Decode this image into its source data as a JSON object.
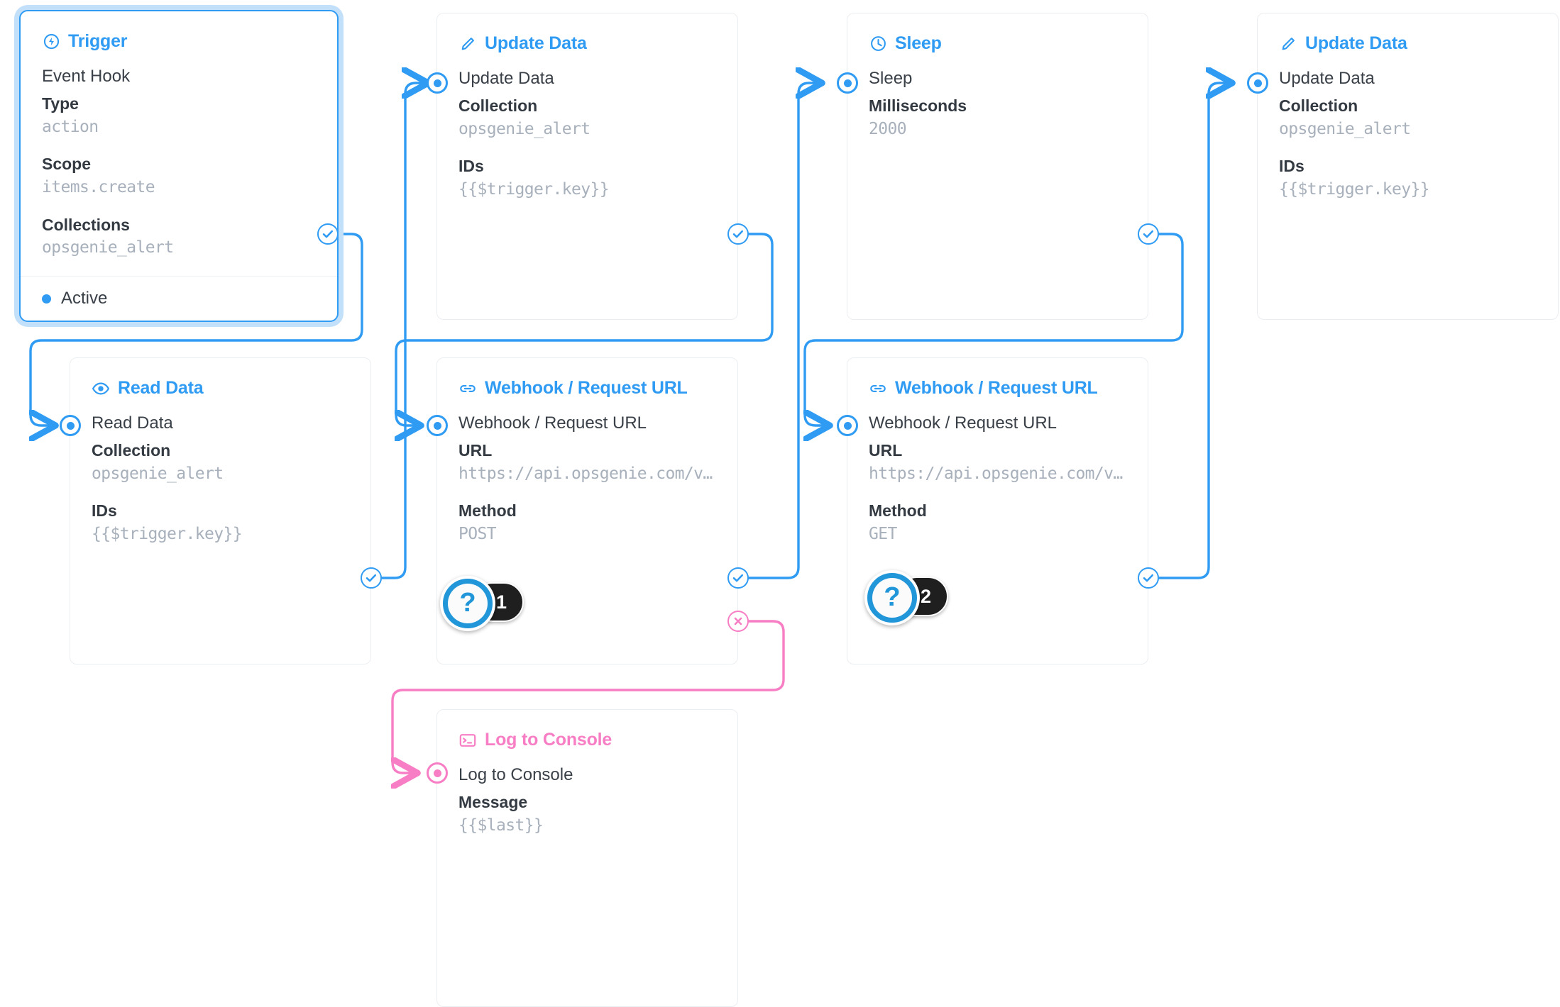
{
  "theme": {
    "accent": "#2f9bf3",
    "reject": "#f77ec4",
    "value_text": "#a7b0bb",
    "label_text": "#343a42",
    "badge_bg": "#1f1f1f"
  },
  "nodes": {
    "trigger": {
      "header": "Trigger",
      "icon": "bolt-circle-icon",
      "row_name": "Event Hook",
      "fields": [
        {
          "key": "Type",
          "value": "action"
        },
        {
          "key": "Scope",
          "value": "items.create"
        },
        {
          "key": "Collections",
          "value": "opsgenie_alert"
        }
      ],
      "status": "Active"
    },
    "update_data_1": {
      "header": "Update Data",
      "icon": "pencil-icon",
      "row_name": "Update Data",
      "fields": [
        {
          "key": "Collection",
          "value": "opsgenie_alert"
        },
        {
          "key": "IDs",
          "value": "{{$trigger.key}}"
        }
      ]
    },
    "sleep": {
      "header": "Sleep",
      "icon": "clock-icon",
      "row_name": "Sleep",
      "fields": [
        {
          "key": "Milliseconds",
          "value": "2000"
        }
      ]
    },
    "update_data_2": {
      "header": "Update Data",
      "icon": "pencil-icon",
      "row_name": "Update Data",
      "fields": [
        {
          "key": "Collection",
          "value": "opsgenie_alert"
        },
        {
          "key": "IDs",
          "value": "{{$trigger.key}}"
        }
      ]
    },
    "read_data": {
      "header": "Read Data",
      "icon": "eye-icon",
      "row_name": "Read Data",
      "fields": [
        {
          "key": "Collection",
          "value": "opsgenie_alert"
        },
        {
          "key": "IDs",
          "value": "{{$trigger.key}}"
        }
      ]
    },
    "webhook_post": {
      "header": "Webhook / Request URL",
      "icon": "link-icon",
      "row_name": "Webhook / Request URL",
      "fields": [
        {
          "key": "URL",
          "value": "https://api.opsgenie.com/v…"
        },
        {
          "key": "Method",
          "value": "POST"
        }
      ]
    },
    "webhook_get": {
      "header": "Webhook / Request URL",
      "icon": "link-icon",
      "row_name": "Webhook / Request URL",
      "fields": [
        {
          "key": "URL",
          "value": "https://api.opsgenie.com/v…"
        },
        {
          "key": "Method",
          "value": "GET"
        }
      ]
    },
    "log_console": {
      "header": "Log to Console",
      "icon": "terminal-icon",
      "row_name": "Log to Console",
      "fields": [
        {
          "key": "Message",
          "value": "{{$last}}"
        }
      ]
    }
  },
  "help_badges": [
    {
      "symbol": "?",
      "count": "1"
    },
    {
      "symbol": "?",
      "count": "2"
    }
  ]
}
